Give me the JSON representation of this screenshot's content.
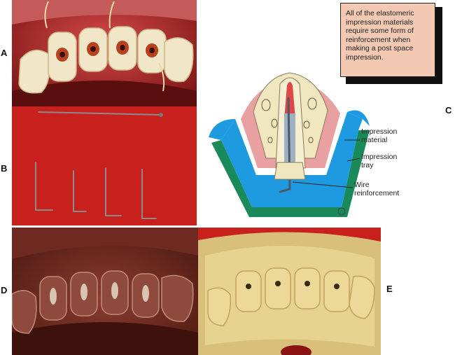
{
  "panels": {
    "a": "A",
    "b": "B",
    "c": "C",
    "d": "D",
    "e": "E"
  },
  "callout": {
    "text": "All of the elastomeric impression materials require some form of reinforcement when making a post space impression."
  },
  "diagram": {
    "impression_material": [
      "Impression",
      "material"
    ],
    "impression_tray": [
      "Impression",
      "tray"
    ],
    "wire_reinforcement": [
      "Wire",
      "reinforcement"
    ]
  },
  "colors": {
    "red_background": "#c8201c",
    "impression_blue": "#1e9be0",
    "tray_green": "#1a8a5a",
    "gum_pink": "#e8a0a0",
    "bone": "#f0e6c0",
    "post": "#9fb0c0"
  }
}
